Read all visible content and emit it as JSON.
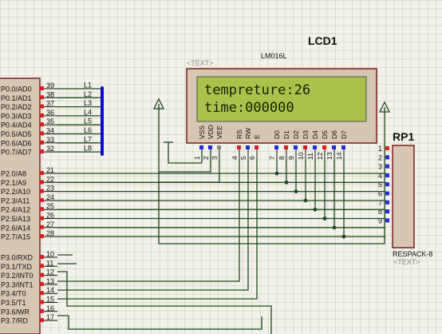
{
  "lcd": {
    "ref": "LCD1",
    "model": "LM016L",
    "text_tag": "<TEXT>",
    "line1": "tempreture:26",
    "line2": "time:000000",
    "pin_labels": [
      "VSS",
      "VDD",
      "VEE",
      "RS",
      "RW",
      "E",
      "D0",
      "D1",
      "D2",
      "D3",
      "D4",
      "D5",
      "D6",
      "D7"
    ],
    "pin_numbers": [
      "1",
      "2",
      "3",
      "4",
      "5",
      "6",
      "7",
      "8",
      "9",
      "10",
      "11",
      "12",
      "13",
      "14"
    ]
  },
  "mcu": {
    "port0": [
      {
        "label": "P0.0/AD0",
        "pin": "39"
      },
      {
        "label": "P0.1/AD1",
        "pin": "38"
      },
      {
        "label": "P0.2/AD2",
        "pin": "37"
      },
      {
        "label": "P0.3/AD3",
        "pin": "36"
      },
      {
        "label": "P0.4/AD4",
        "pin": "35"
      },
      {
        "label": "P0.5/AD5",
        "pin": "34"
      },
      {
        "label": "P0.6/AD6",
        "pin": "33"
      },
      {
        "label": "P0.7/AD7",
        "pin": "32"
      }
    ],
    "port2": [
      {
        "label": "P2.0/A8",
        "pin": "21"
      },
      {
        "label": "P2.1/A9",
        "pin": "22"
      },
      {
        "label": "P2.2/A10",
        "pin": "23"
      },
      {
        "label": "P2.3/A11",
        "pin": "24"
      },
      {
        "label": "P2.4/A12",
        "pin": "25"
      },
      {
        "label": "P2.5/A13",
        "pin": "26"
      },
      {
        "label": "P2.6/A14",
        "pin": "27"
      },
      {
        "label": "P2.7/A15",
        "pin": "28"
      }
    ],
    "port3": [
      {
        "label": "P3.0/RXD",
        "pin": "10"
      },
      {
        "label": "P3.1/TXD",
        "pin": "11"
      },
      {
        "label": "P3.2/INT0",
        "pin": "12"
      },
      {
        "label": "P3.3/INT1",
        "pin": "13"
      },
      {
        "label": "P3.4/T0",
        "pin": "14"
      },
      {
        "label": "P3.5/T1",
        "pin": "15"
      },
      {
        "label": "P3.6/WR",
        "pin": "16"
      },
      {
        "label": "P3.7/RD",
        "pin": "17"
      }
    ]
  },
  "bus": {
    "labels": [
      "L1",
      "L2",
      "L3",
      "L4",
      "L5",
      "L6",
      "L7",
      "L8"
    ]
  },
  "rp": {
    "ref": "RP1",
    "model": "RESPACK-8",
    "text_tag": "<TEXT>",
    "pins": [
      "1",
      "2",
      "3",
      "4",
      "5",
      "6",
      "7",
      "8",
      "9"
    ]
  },
  "colors": {
    "wire": "#1f4a1f",
    "bus": "#0a0ad0",
    "pin_red": "#d82020",
    "pin_blue": "#2030d0",
    "pin_gray": "#8a8a8a",
    "component_fill": "#d6c6b4",
    "component_stroke": "#7a2020",
    "lcd_screen": "#a8c24a"
  }
}
